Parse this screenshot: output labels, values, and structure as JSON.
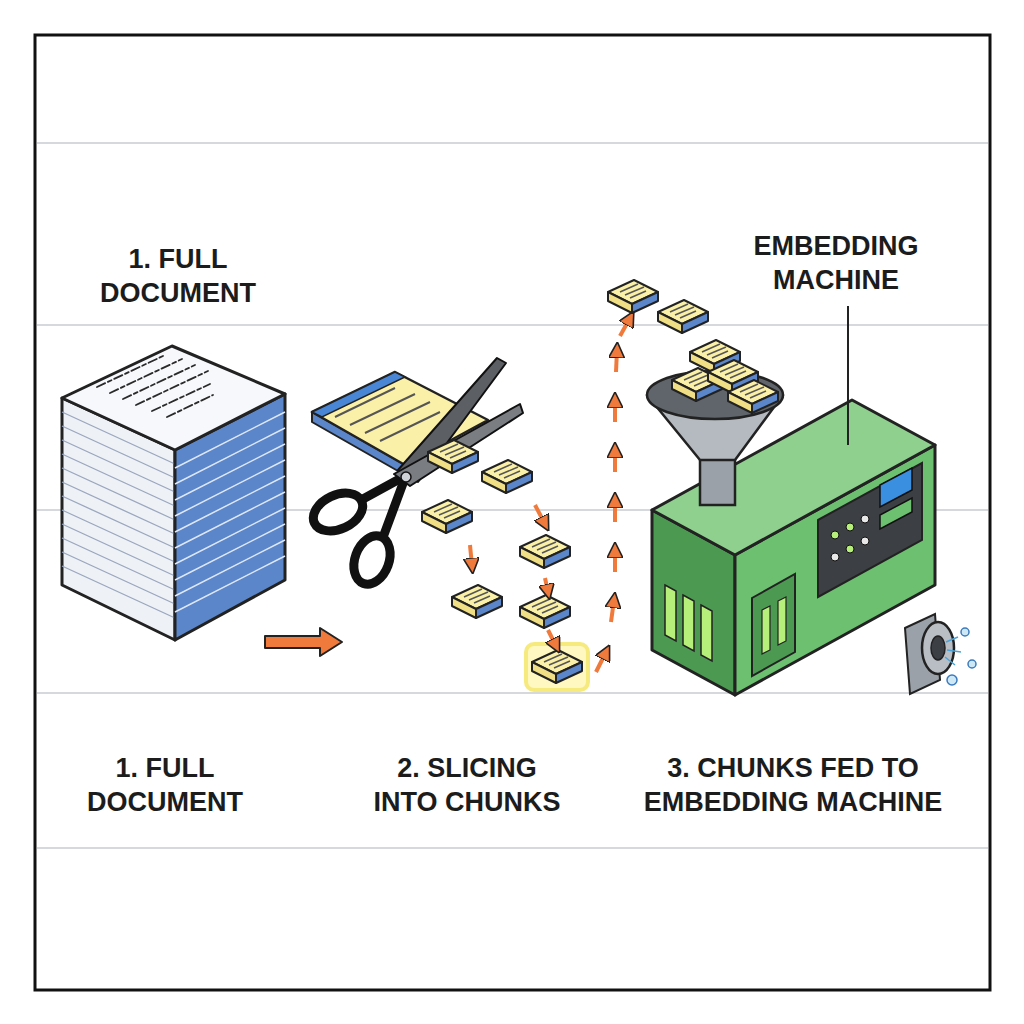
{
  "diagram": {
    "labels": [
      "1. FULL DOCUMENT",
      "EMBEDDING MACHINE",
      "1. FULL DOCUMENT",
      "2. SLICING INTO CHUNKS",
      "3. CHUNKS FED TO EMBEDDING MACHINE"
    ]
  }
}
